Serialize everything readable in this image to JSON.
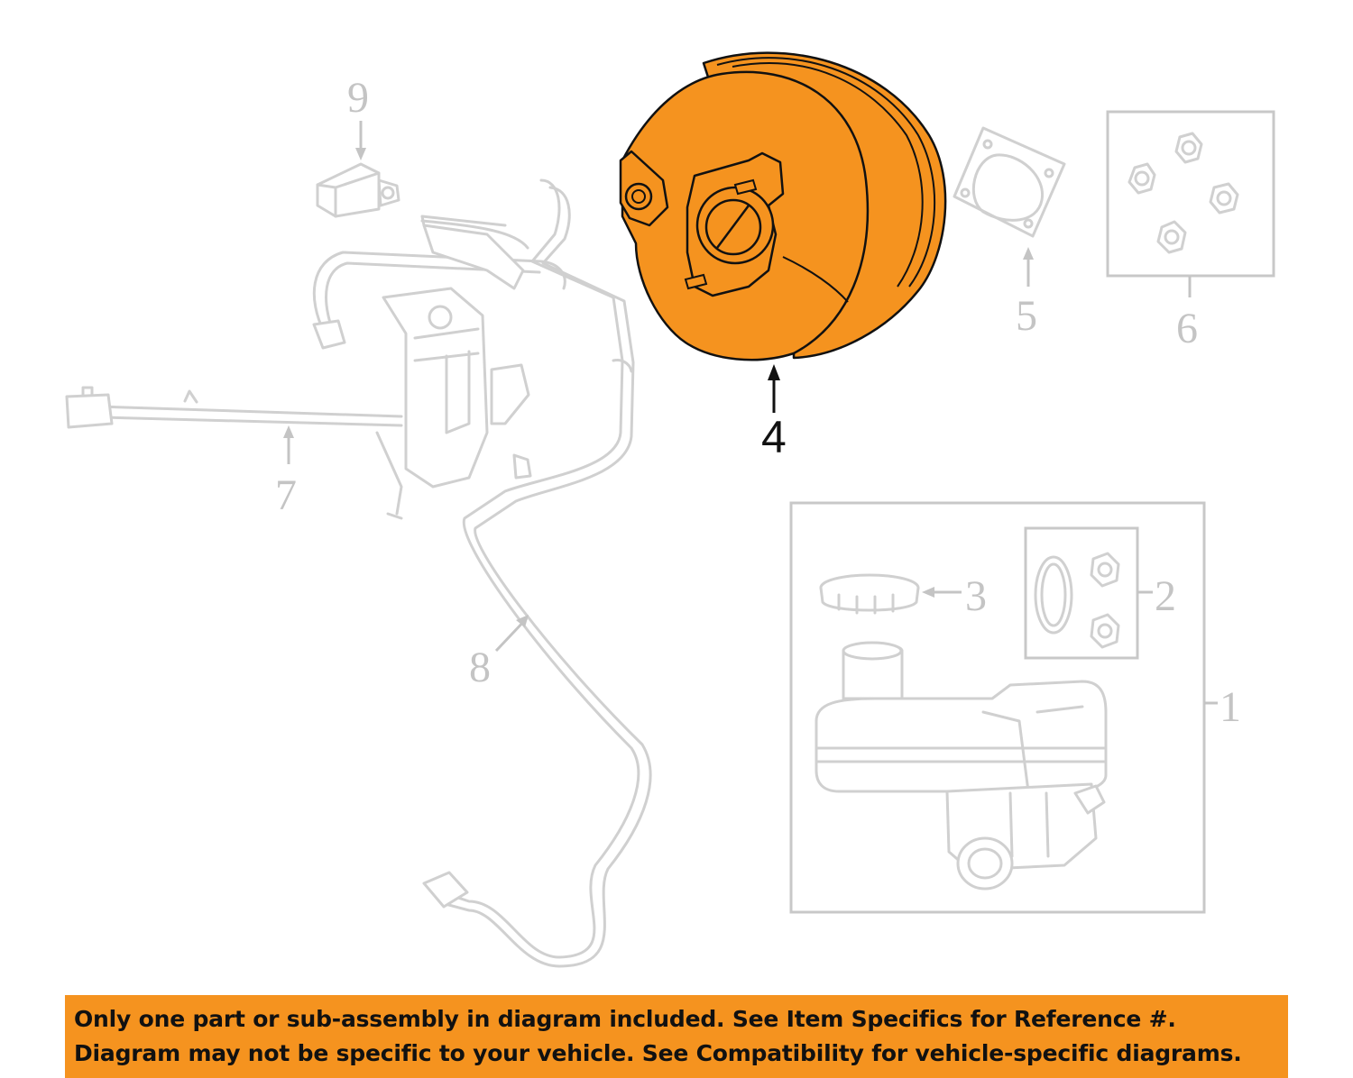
{
  "callouts": {
    "c1": "1",
    "c2": "2",
    "c3": "3",
    "c4": "4",
    "c5": "5",
    "c6": "6",
    "c7": "7",
    "c8": "8",
    "c9": "9"
  },
  "highlighted_part": "4",
  "colors": {
    "highlight": "#f5931f",
    "banner": "#f5931f",
    "faded_part": "#d0d0d0"
  },
  "banner": {
    "line1": "Only one part or sub-assembly in diagram included. See Item Specifics for Reference #.",
    "line2": "Diagram may not be specific to your vehicle. See Compatibility for vehicle-specific diagrams."
  }
}
